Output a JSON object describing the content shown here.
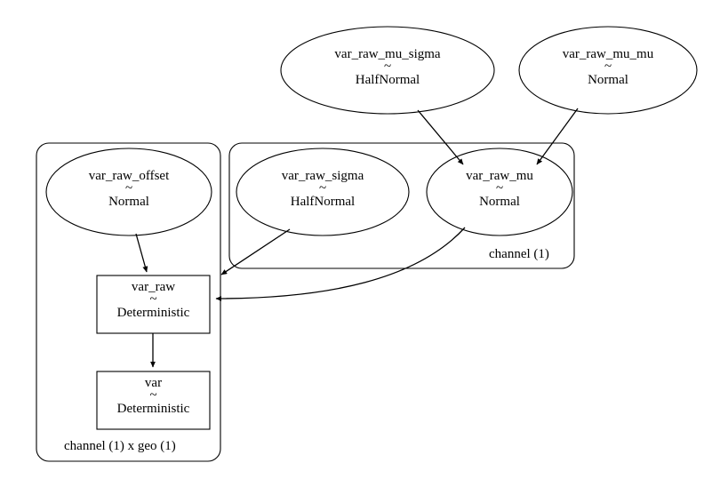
{
  "diagram": {
    "type": "probabilistic-graphical-model",
    "background_color": "#ffffff",
    "stroke_color": "#000000",
    "text_color": "#000000"
  },
  "nodes": [
    {
      "id": "var_raw_mu_sigma",
      "shape": "ellipse",
      "name": "var_raw_mu_sigma",
      "tilde": "~",
      "distribution": "HalfNormal"
    },
    {
      "id": "var_raw_mu_mu",
      "shape": "ellipse",
      "name": "var_raw_mu_mu",
      "tilde": "~",
      "distribution": "Normal"
    },
    {
      "id": "var_raw_offset",
      "shape": "ellipse",
      "name": "var_raw_offset",
      "tilde": "~",
      "distribution": "Normal"
    },
    {
      "id": "var_raw_sigma",
      "shape": "ellipse",
      "name": "var_raw_sigma",
      "tilde": "~",
      "distribution": "HalfNormal"
    },
    {
      "id": "var_raw_mu",
      "shape": "ellipse",
      "name": "var_raw_mu",
      "tilde": "~",
      "distribution": "Normal"
    },
    {
      "id": "var_raw",
      "shape": "rectangle",
      "name": "var_raw",
      "tilde": "~",
      "distribution": "Deterministic"
    },
    {
      "id": "var",
      "shape": "rectangle",
      "name": "var",
      "tilde": "~",
      "distribution": "Deterministic"
    }
  ],
  "plates": [
    {
      "id": "plate_channel",
      "label": "channel (1)"
    },
    {
      "id": "plate_channel_geo",
      "label": "channel (1) x geo (1)"
    }
  ],
  "edges": [
    {
      "from": "var_raw_mu_sigma",
      "to": "var_raw_mu"
    },
    {
      "from": "var_raw_mu_mu",
      "to": "var_raw_mu"
    },
    {
      "from": "var_raw_offset",
      "to": "var_raw"
    },
    {
      "from": "var_raw_sigma",
      "to": "var_raw"
    },
    {
      "from": "var_raw_mu",
      "to": "var_raw"
    },
    {
      "from": "var_raw",
      "to": "var"
    }
  ]
}
